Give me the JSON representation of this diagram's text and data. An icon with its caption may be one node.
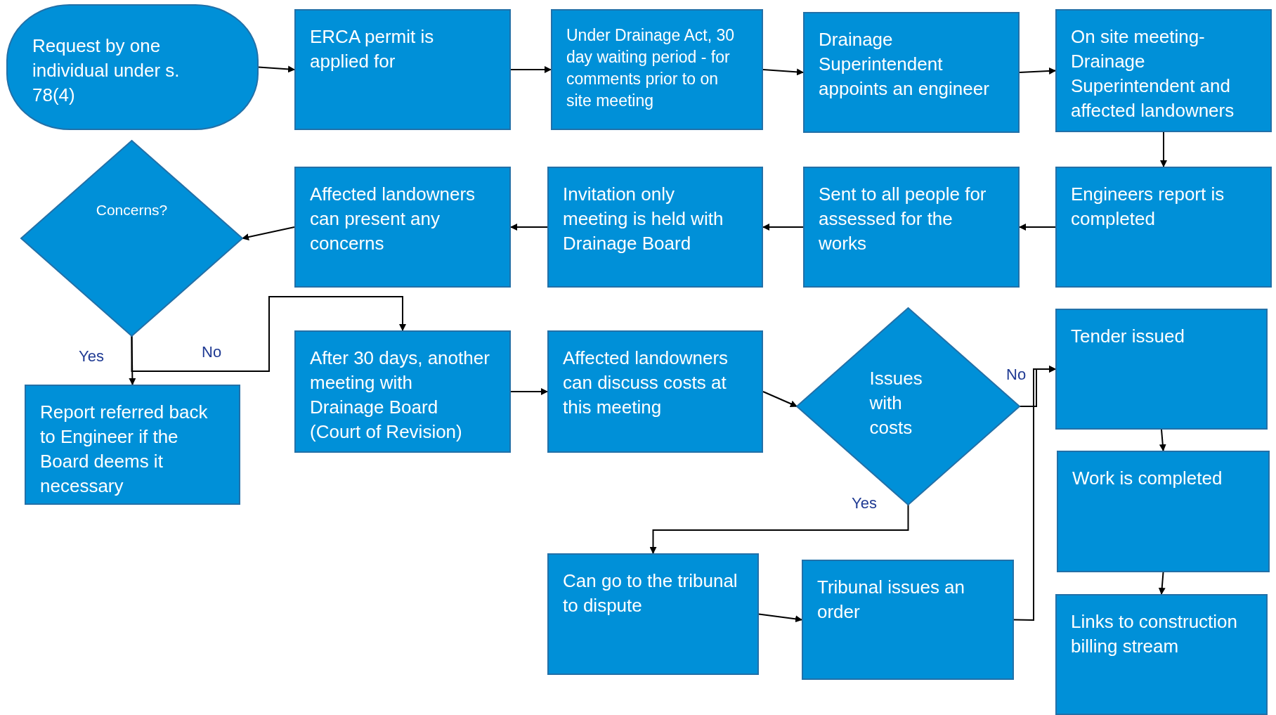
{
  "diagram": {
    "nodes": [
      {
        "text": [
          "Request by one individual under s. 78(4)"
        ]
      },
      {
        "text": [
          "ERCA permit is applied for"
        ]
      },
      {
        "text": [
          "Under Drainage Act, 30 day waiting period - for comments prior to on site meeting"
        ]
      },
      {
        "text": [
          "Drainage Superintendent appoints an engineer"
        ]
      },
      {
        "text": [
          "On site meeting- Drainage Superintendent and affected landowners"
        ]
      },
      {
        "text": [
          "Engineers report is completed"
        ]
      },
      {
        "text": [
          "Sent to all people for assessed for the works"
        ]
      },
      {
        "text": [
          "Invitation only meeting is held with Drainage Board"
        ]
      },
      {
        "text": [
          "Affected landowners can present any concerns"
        ]
      },
      {
        "text": [
          "Concerns?"
        ]
      },
      {
        "text": [
          "Report referred back to Engineer if the Board deems it necessary"
        ]
      },
      {
        "text": [
          "After 30 days, another meeting with Drainage Board (Court of Revision)"
        ]
      },
      {
        "text": [
          "Affected landowners can discuss costs at this meeting"
        ]
      },
      {
        "text": [
          "Issues with costs"
        ]
      },
      {
        "text": [
          "Tender issued"
        ]
      },
      {
        "text": [
          "Work is completed"
        ]
      },
      {
        "text": [
          "Links to construction billing stream"
        ]
      },
      {
        "text": [
          "Can go to the tribunal to dispute"
        ]
      },
      {
        "text": [
          "Tribunal issues an order"
        ]
      }
    ],
    "edges": [
      {
        "from": 0,
        "to": 1,
        "arrow": "to"
      },
      {
        "from": 1,
        "to": 2,
        "arrow": "to"
      },
      {
        "from": 2,
        "to": 3,
        "arrow": "to"
      },
      {
        "from": 3,
        "to": 4,
        "arrow": "to"
      },
      {
        "from": 4,
        "to": 5,
        "arrow": "to"
      },
      {
        "from": 5,
        "to": 6,
        "arrow": "to"
      },
      {
        "from": 6,
        "to": 7,
        "arrow": "to"
      },
      {
        "from": 7,
        "to": 8,
        "arrow": "to"
      },
      {
        "from": 8,
        "to": 9,
        "arrow": "to"
      },
      {
        "from": 9,
        "to": 10,
        "arrow": "to",
        "label": "Yes"
      },
      {
        "from": 9,
        "to": 11,
        "arrow": "to",
        "label": "No"
      },
      {
        "from": 11,
        "to": 12,
        "arrow": "to"
      },
      {
        "from": 12,
        "to": 13,
        "arrow": "to"
      },
      {
        "from": 13,
        "to": 14,
        "arrow": "to",
        "label": "No"
      },
      {
        "from": 13,
        "to": 17,
        "arrow": "to",
        "label": "Yes"
      },
      {
        "from": 17,
        "to": 18,
        "arrow": "to"
      },
      {
        "from": 18,
        "to": 14,
        "arrow": "to"
      },
      {
        "from": 14,
        "to": 15,
        "arrow": "to"
      },
      {
        "from": 15,
        "to": 16,
        "arrow": "to"
      }
    ]
  }
}
